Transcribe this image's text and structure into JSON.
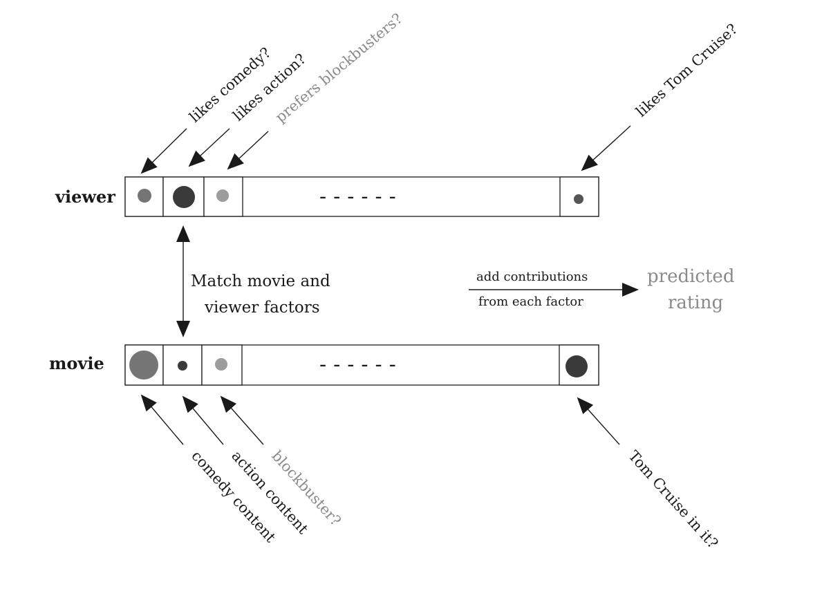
{
  "rows": {
    "viewer": {
      "label": "viewer",
      "dash": "------",
      "annotations": [
        "likes comedy?",
        "likes action?",
        "prefers blockbusters?",
        "likes Tom Cruise?"
      ]
    },
    "movie": {
      "label": "movie",
      "dash": "------",
      "annotations": [
        "comedy content",
        "action content",
        "blockbuster?",
        "Tom Cruise in it?"
      ]
    }
  },
  "center": {
    "match_line1": "Match movie and",
    "match_line2": "viewer factors",
    "contrib_line1": "add contributions",
    "contrib_line2": "from each factor",
    "pred_line1": "predicted",
    "pred_line2": "rating"
  },
  "colors": {
    "dark": "#3a3a3a",
    "mid": "#757575",
    "light": "#9c9c9c",
    "gray_text": "#8a8a8a"
  }
}
